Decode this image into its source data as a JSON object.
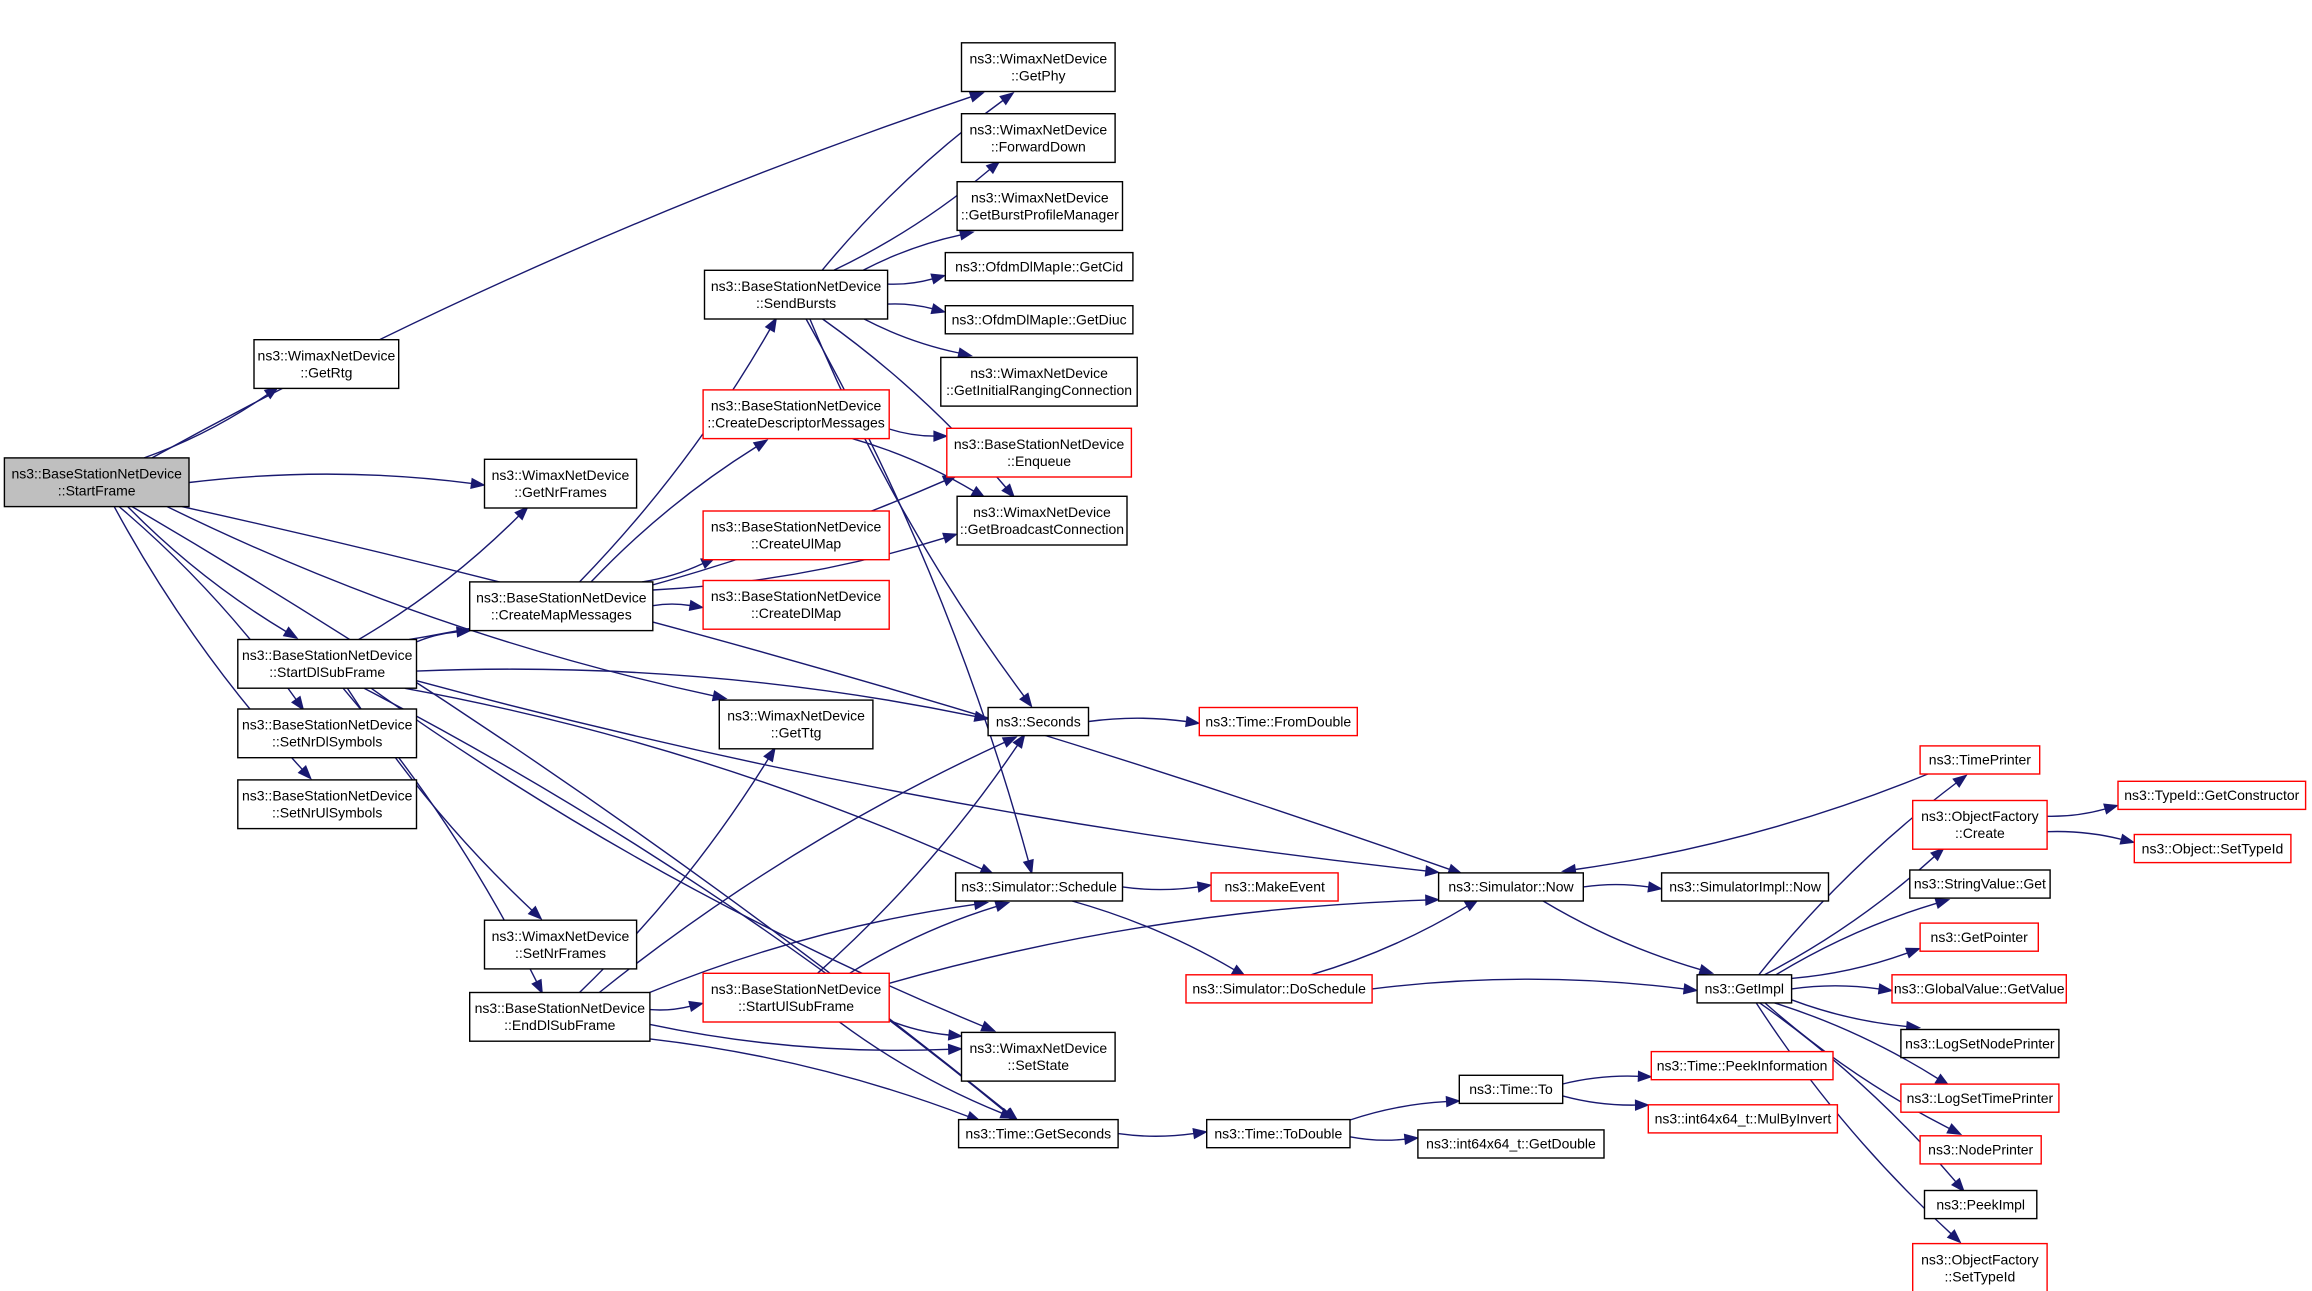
{
  "colors": {
    "edge": "#191970",
    "root_fill": "#bfbfbf",
    "node_border": "#000000",
    "external_border": "#ff0000",
    "background": "#ffffff"
  },
  "nodes": [
    {
      "id": "startframe",
      "kind": "root",
      "lines": [
        "ns3::BaseStationNetDevice",
        "::StartFrame"
      ]
    },
    {
      "id": "getrtg",
      "kind": "normal",
      "lines": [
        "ns3::WimaxNetDevice",
        "::GetRtg"
      ]
    },
    {
      "id": "getnrframes",
      "kind": "normal",
      "lines": [
        "ns3::WimaxNetDevice",
        "::GetNrFrames"
      ]
    },
    {
      "id": "startdlsubframe",
      "kind": "normal",
      "lines": [
        "ns3::BaseStationNetDevice",
        "::StartDlSubFrame"
      ]
    },
    {
      "id": "setnrdlsymbols",
      "kind": "normal",
      "lines": [
        "ns3::BaseStationNetDevice",
        "::SetNrDlSymbols"
      ]
    },
    {
      "id": "setnrulsymbols",
      "kind": "normal",
      "lines": [
        "ns3::BaseStationNetDevice",
        "::SetNrUlSymbols"
      ]
    },
    {
      "id": "setnrframes",
      "kind": "normal",
      "lines": [
        "ns3::WimaxNetDevice",
        "::SetNrFrames"
      ]
    },
    {
      "id": "enddlsubframe",
      "kind": "normal",
      "lines": [
        "ns3::BaseStationNetDevice",
        "::EndDlSubFrame"
      ]
    },
    {
      "id": "createmapmessages",
      "kind": "normal",
      "lines": [
        "ns3::BaseStationNetDevice",
        "::CreateMapMessages"
      ]
    },
    {
      "id": "sendbursts",
      "kind": "normal",
      "lines": [
        "ns3::BaseStationNetDevice",
        "::SendBursts"
      ]
    },
    {
      "id": "createdescriptor",
      "kind": "ext",
      "lines": [
        "ns3::BaseStationNetDevice",
        "::CreateDescriptorMessages"
      ]
    },
    {
      "id": "createulmap",
      "kind": "ext",
      "lines": [
        "ns3::BaseStationNetDevice",
        "::CreateUlMap"
      ]
    },
    {
      "id": "createdlmap",
      "kind": "ext",
      "lines": [
        "ns3::BaseStationNetDevice",
        "::CreateDlMap"
      ]
    },
    {
      "id": "getttg",
      "kind": "normal",
      "lines": [
        "ns3::WimaxNetDevice",
        "::GetTtg"
      ]
    },
    {
      "id": "startulsubframe",
      "kind": "ext",
      "lines": [
        "ns3::BaseStationNetDevice",
        "::StartUlSubFrame"
      ]
    },
    {
      "id": "getphy",
      "kind": "normal",
      "lines": [
        "ns3::WimaxNetDevice",
        "::GetPhy"
      ]
    },
    {
      "id": "forwarddown",
      "kind": "normal",
      "lines": [
        "ns3::WimaxNetDevice",
        "::ForwardDown"
      ]
    },
    {
      "id": "getburstprofile",
      "kind": "normal",
      "lines": [
        "ns3::WimaxNetDevice",
        "::GetBurstProfileManager"
      ]
    },
    {
      "id": "getcid",
      "kind": "normal",
      "lines": [
        "ns3::OfdmDlMapIe::GetCid"
      ]
    },
    {
      "id": "getdiuc",
      "kind": "normal",
      "lines": [
        "ns3::OfdmDlMapIe::GetDiuc"
      ]
    },
    {
      "id": "getinitialranging",
      "kind": "normal",
      "lines": [
        "ns3::WimaxNetDevice",
        "::GetInitialRangingConnection"
      ]
    },
    {
      "id": "enqueue",
      "kind": "ext",
      "lines": [
        "ns3::BaseStationNetDevice",
        "::Enqueue"
      ]
    },
    {
      "id": "getbroadcast",
      "kind": "normal",
      "lines": [
        "ns3::WimaxNetDevice",
        "::GetBroadcastConnection"
      ]
    },
    {
      "id": "seconds",
      "kind": "normal",
      "lines": [
        "ns3::Seconds"
      ]
    },
    {
      "id": "schedule",
      "kind": "normal",
      "lines": [
        "ns3::Simulator::Schedule"
      ]
    },
    {
      "id": "setstate",
      "kind": "normal",
      "lines": [
        "ns3::WimaxNetDevice",
        "::SetState"
      ]
    },
    {
      "id": "getseconds",
      "kind": "normal",
      "lines": [
        "ns3::Time::GetSeconds"
      ]
    },
    {
      "id": "fromdouble",
      "kind": "ext",
      "lines": [
        "ns3::Time::FromDouble"
      ]
    },
    {
      "id": "makeevent",
      "kind": "ext",
      "lines": [
        "ns3::MakeEvent"
      ]
    },
    {
      "id": "doschedule",
      "kind": "ext",
      "lines": [
        "ns3::Simulator::DoSchedule"
      ]
    },
    {
      "id": "todouble",
      "kind": "normal",
      "lines": [
        "ns3::Time::ToDouble"
      ]
    },
    {
      "id": "simnow",
      "kind": "normal",
      "lines": [
        "ns3::Simulator::Now"
      ]
    },
    {
      "id": "timeto",
      "kind": "normal",
      "lines": [
        "ns3::Time::To"
      ]
    },
    {
      "id": "getdouble",
      "kind": "normal",
      "lines": [
        "ns3::int64x64_t::GetDouble"
      ]
    },
    {
      "id": "simimplnow",
      "kind": "normal",
      "lines": [
        "ns3::SimulatorImpl::Now"
      ]
    },
    {
      "id": "getimpl",
      "kind": "normal",
      "lines": [
        "ns3::GetImpl"
      ]
    },
    {
      "id": "peekinformation",
      "kind": "ext",
      "lines": [
        "ns3::Time::PeekInformation"
      ]
    },
    {
      "id": "mulbyinvert",
      "kind": "ext",
      "lines": [
        "ns3::int64x64_t::MulByInvert"
      ]
    },
    {
      "id": "timeprinter",
      "kind": "ext",
      "lines": [
        "ns3::TimePrinter"
      ]
    },
    {
      "id": "objfactorycreate",
      "kind": "ext",
      "lines": [
        "ns3::ObjectFactory",
        "::Create"
      ]
    },
    {
      "id": "stringvalueget",
      "kind": "normal",
      "lines": [
        "ns3::StringValue::Get"
      ]
    },
    {
      "id": "getpointer",
      "kind": "ext",
      "lines": [
        "ns3::GetPointer"
      ]
    },
    {
      "id": "globalvalueget",
      "kind": "ext",
      "lines": [
        "ns3::GlobalValue::GetValue"
      ]
    },
    {
      "id": "logsetnodeprinter",
      "kind": "normal",
      "lines": [
        "ns3::LogSetNodePrinter"
      ]
    },
    {
      "id": "logsettimeprinter",
      "kind": "ext",
      "lines": [
        "ns3::LogSetTimePrinter"
      ]
    },
    {
      "id": "nodeprinter",
      "kind": "ext",
      "lines": [
        "ns3::NodePrinter"
      ]
    },
    {
      "id": "peekimpl",
      "kind": "normal",
      "lines": [
        "ns3::PeekImpl"
      ]
    },
    {
      "id": "objfactorysettypeid",
      "kind": "ext",
      "lines": [
        "ns3::ObjectFactory",
        "::SetTypeId"
      ]
    },
    {
      "id": "getconstructor",
      "kind": "ext",
      "lines": [
        "ns3::TypeId::GetConstructor"
      ]
    },
    {
      "id": "objectsettypeid",
      "kind": "ext",
      "lines": [
        "ns3::Object::SetTypeId"
      ]
    }
  ],
  "edges": [
    [
      "startframe",
      "getphy"
    ],
    [
      "startframe",
      "getrtg"
    ],
    [
      "startframe",
      "getnrframes"
    ],
    [
      "startframe",
      "startdlsubframe"
    ],
    [
      "startframe",
      "setnrdlsymbols"
    ],
    [
      "startframe",
      "setnrulsymbols"
    ],
    [
      "startframe",
      "simnow"
    ],
    [
      "startframe",
      "getttg"
    ],
    [
      "startframe",
      "getseconds"
    ],
    [
      "startdlsubframe",
      "getnrframes"
    ],
    [
      "startdlsubframe",
      "createmapmessages"
    ],
    [
      "startdlsubframe",
      "enqueue"
    ],
    [
      "startdlsubframe",
      "seconds"
    ],
    [
      "startdlsubframe",
      "simnow"
    ],
    [
      "startdlsubframe",
      "schedule"
    ],
    [
      "startdlsubframe",
      "setnrframes"
    ],
    [
      "startdlsubframe",
      "enddlsubframe"
    ],
    [
      "startdlsubframe",
      "setstate"
    ],
    [
      "startdlsubframe",
      "getseconds"
    ],
    [
      "createmapmessages",
      "sendbursts"
    ],
    [
      "createmapmessages",
      "createdescriptor"
    ],
    [
      "createmapmessages",
      "createulmap"
    ],
    [
      "createmapmessages",
      "createdlmap"
    ],
    [
      "createmapmessages",
      "getbroadcast"
    ],
    [
      "sendbursts",
      "getphy"
    ],
    [
      "sendbursts",
      "forwarddown"
    ],
    [
      "sendbursts",
      "getburstprofile"
    ],
    [
      "sendbursts",
      "getcid"
    ],
    [
      "sendbursts",
      "getdiuc"
    ],
    [
      "sendbursts",
      "getinitialranging"
    ],
    [
      "sendbursts",
      "getbroadcast"
    ],
    [
      "sendbursts",
      "seconds"
    ],
    [
      "sendbursts",
      "schedule"
    ],
    [
      "createdescriptor",
      "enqueue"
    ],
    [
      "createdescriptor",
      "getbroadcast"
    ],
    [
      "enddlsubframe",
      "getttg"
    ],
    [
      "enddlsubframe",
      "schedule"
    ],
    [
      "enddlsubframe",
      "startulsubframe"
    ],
    [
      "enddlsubframe",
      "seconds"
    ],
    [
      "enddlsubframe",
      "setstate"
    ],
    [
      "enddlsubframe",
      "getseconds"
    ],
    [
      "startulsubframe",
      "seconds"
    ],
    [
      "startulsubframe",
      "schedule"
    ],
    [
      "startulsubframe",
      "setstate"
    ],
    [
      "startulsubframe",
      "simnow"
    ],
    [
      "startulsubframe",
      "getseconds"
    ],
    [
      "seconds",
      "fromdouble"
    ],
    [
      "schedule",
      "makeevent"
    ],
    [
      "schedule",
      "doschedule"
    ],
    [
      "doschedule",
      "simnow"
    ],
    [
      "doschedule",
      "getimpl"
    ],
    [
      "getseconds",
      "todouble"
    ],
    [
      "todouble",
      "timeto"
    ],
    [
      "todouble",
      "getdouble"
    ],
    [
      "timeto",
      "peekinformation"
    ],
    [
      "timeto",
      "mulbyinvert"
    ],
    [
      "simnow",
      "simimplnow"
    ],
    [
      "simnow",
      "getimpl"
    ],
    [
      "getimpl",
      "timeprinter"
    ],
    [
      "getimpl",
      "objfactorycreate"
    ],
    [
      "getimpl",
      "stringvalueget"
    ],
    [
      "getimpl",
      "getpointer"
    ],
    [
      "getimpl",
      "globalvalueget"
    ],
    [
      "getimpl",
      "logsetnodeprinter"
    ],
    [
      "getimpl",
      "logsettimeprinter"
    ],
    [
      "getimpl",
      "nodeprinter"
    ],
    [
      "getimpl",
      "peekimpl"
    ],
    [
      "getimpl",
      "objfactorysettypeid"
    ],
    [
      "timeprinter",
      "simnow"
    ],
    [
      "objfactorycreate",
      "getconstructor"
    ],
    [
      "objfactorycreate",
      "objectsettypeid"
    ]
  ]
}
